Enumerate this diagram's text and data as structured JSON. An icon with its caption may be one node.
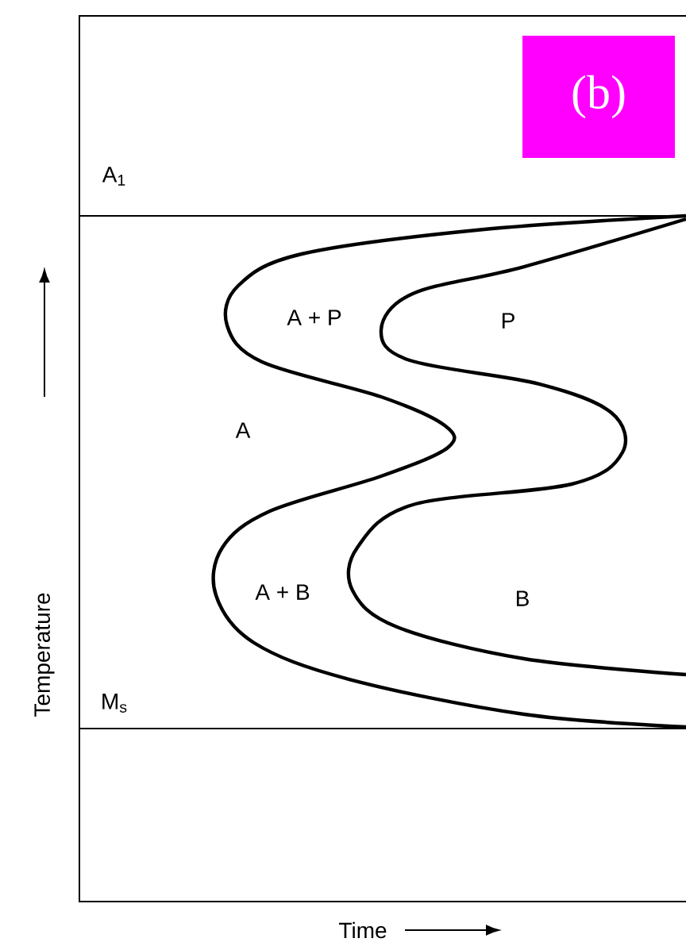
{
  "diagram": {
    "nodes": [
      {
        "text": [
          "(b)"
        ]
      }
    ],
    "labels": [
      "A$_{1}$",
      "A + P",
      "P",
      "A",
      "A + B",
      "B",
      "M$_{s}$",
      "Temperature",
      "Time"
    ]
  }
}
